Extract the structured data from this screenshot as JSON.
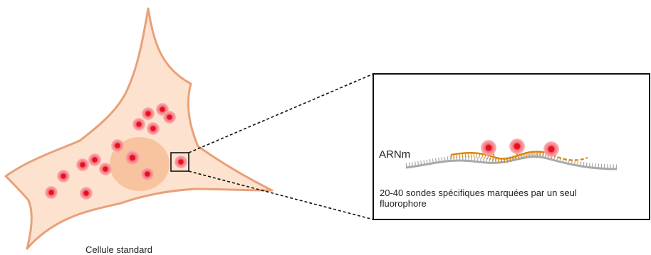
{
  "cell": {
    "caption": "Cellule standard"
  },
  "zoom": {
    "mrna_label": "ARNm",
    "caption_line1": "20-40 sondes spécifiques marquées par un seul",
    "caption_line2": "fluorophore"
  },
  "colors": {
    "cell_fill": "#fde3cf",
    "cell_border": "#e9a079",
    "nucleus": "#f8c39f",
    "spot_core": "#e8101e",
    "spot_halo": "#f47f86",
    "probe": "#d8860a",
    "mrna": "#a9a9a9",
    "frame": "#111111"
  },
  "icons": [
    "mrna-strand-icon",
    "fluorescent-spot-icon"
  ]
}
